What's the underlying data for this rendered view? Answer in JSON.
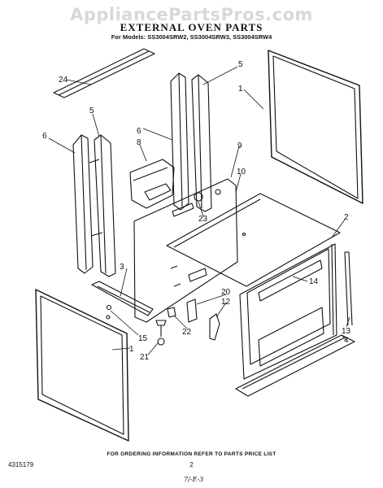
{
  "watermark": "AppliancePartsPros.com",
  "header": {
    "title": "EXTERNAL OVEN PARTS",
    "models": "For Models: SS3004SRW2, SS3004SRW3, SS3004SRW4"
  },
  "callouts": {
    "c24": "24",
    "c5a": "5",
    "c5b": "5",
    "c1a": "1",
    "c6a": "6",
    "c6b": "6",
    "c8": "8",
    "c9": "9",
    "c10": "10",
    "c23": "23",
    "c2": "2",
    "c3": "3",
    "c14": "14",
    "c20": "20",
    "c12": "12",
    "c13": "13",
    "c4": "4",
    "c22": "22",
    "c15": "15",
    "c1b": "1",
    "c21": "21"
  },
  "footer": {
    "note": "FOR ORDERING INFORMATION REFER TO PARTS PRICE LIST",
    "doc_number": "4315179",
    "page_number": "2",
    "handwritten_mark": "7/-E-3"
  }
}
